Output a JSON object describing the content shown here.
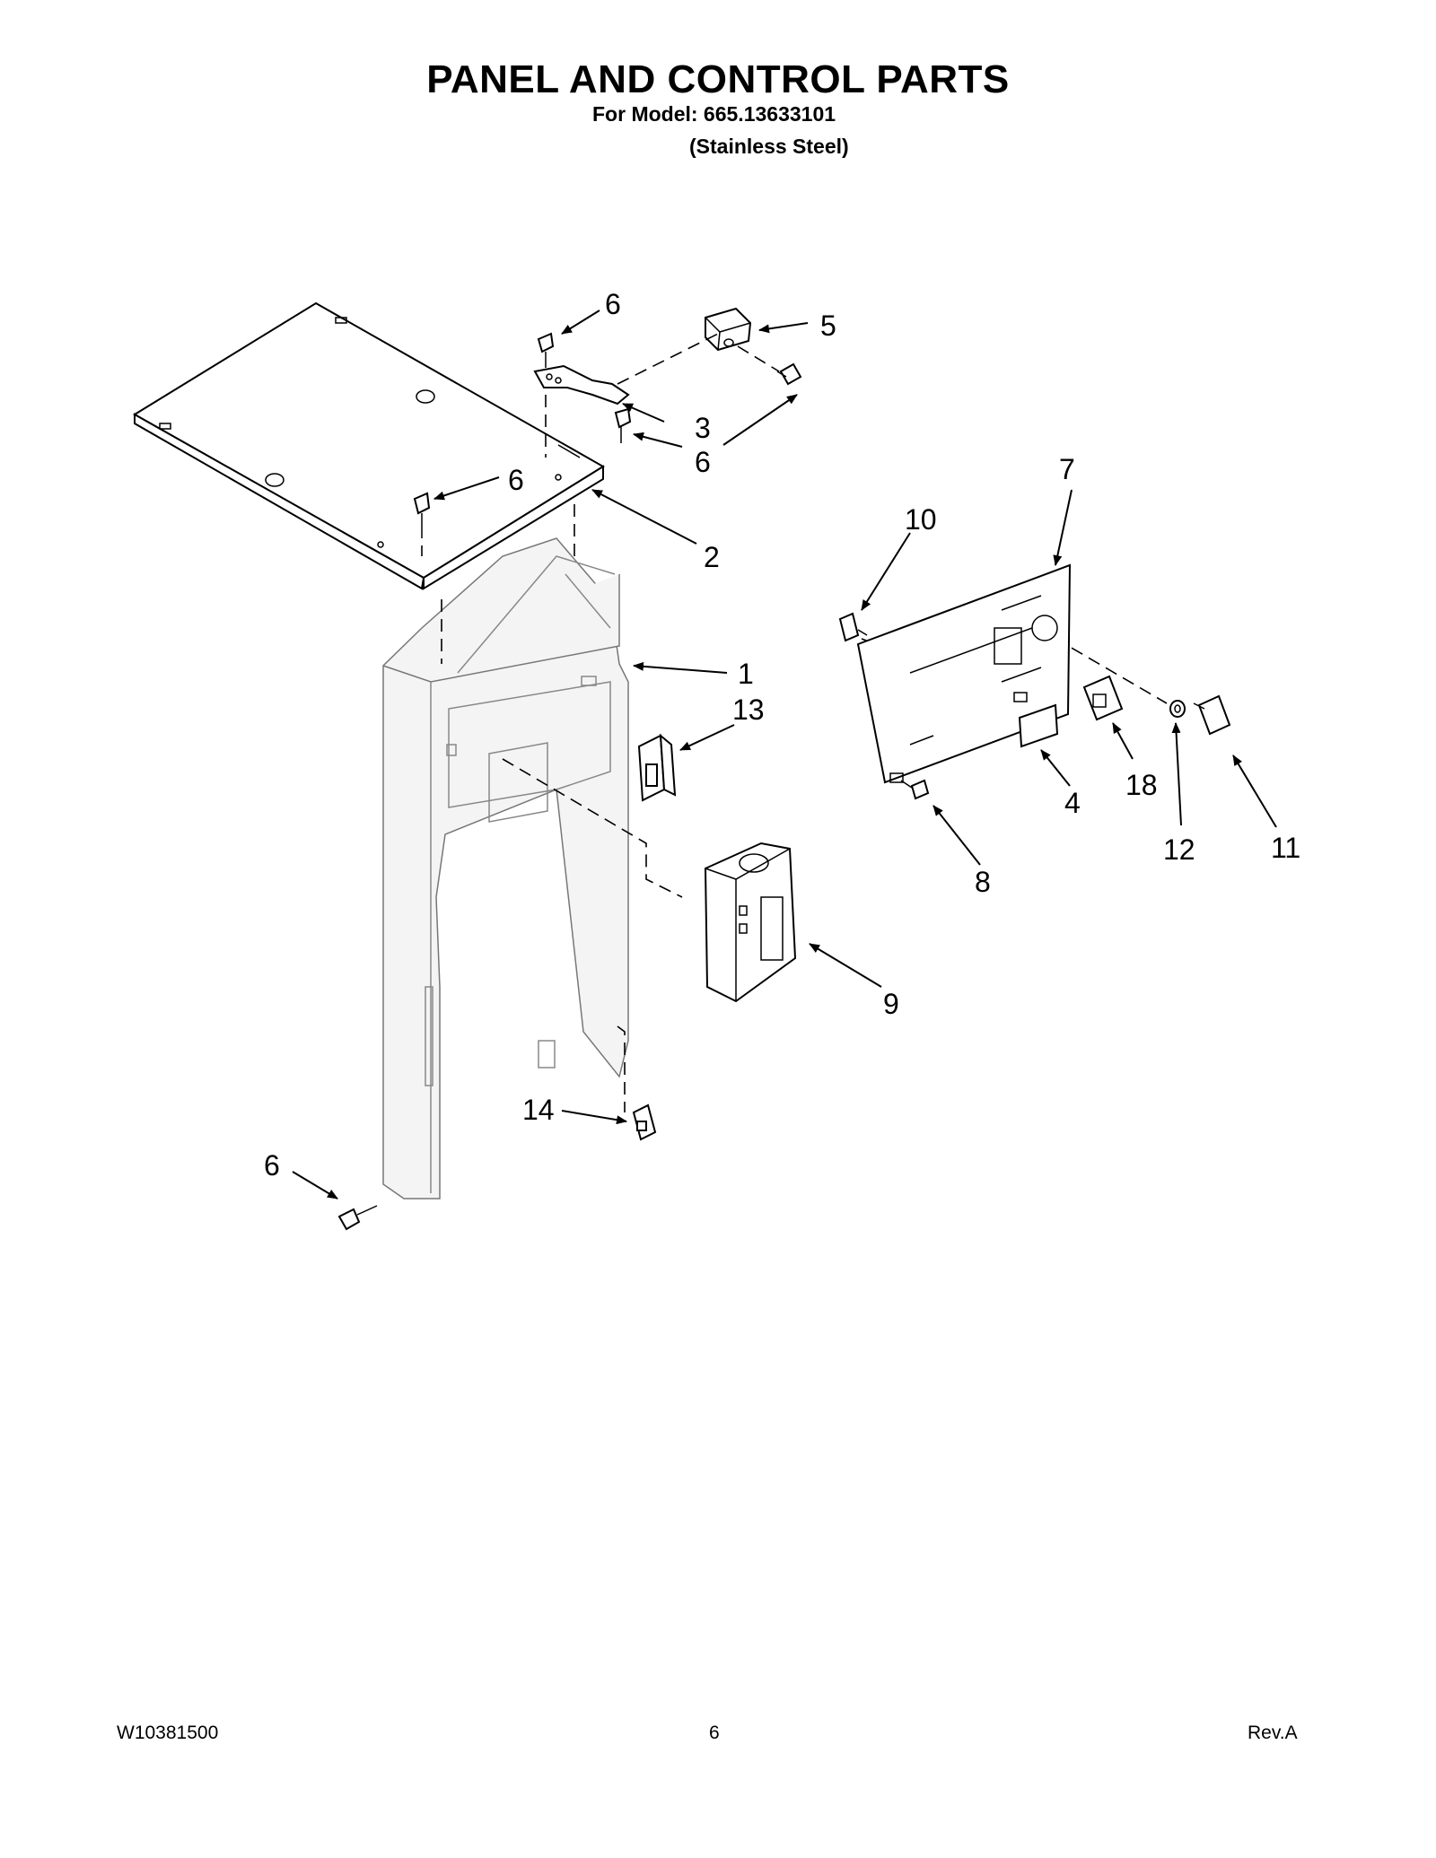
{
  "header": {
    "title": "PANEL AND CONTROL PARTS",
    "model_line": "For Model: 665.13633101",
    "variant_line": "(Stainless Steel)"
  },
  "callouts": {
    "c1": "1",
    "c2": "2",
    "c3": "3",
    "c4": "4",
    "c5": "5",
    "c6a": "6",
    "c6b": "6",
    "c6c": "6",
    "c6d": "6",
    "c7": "7",
    "c8": "8",
    "c9": "9",
    "c10": "10",
    "c11": "11",
    "c12": "12",
    "c13": "13",
    "c14": "14",
    "c18": "18"
  },
  "footer": {
    "doc_number": "W10381500",
    "page_number": "6",
    "revision": "Rev.A"
  }
}
